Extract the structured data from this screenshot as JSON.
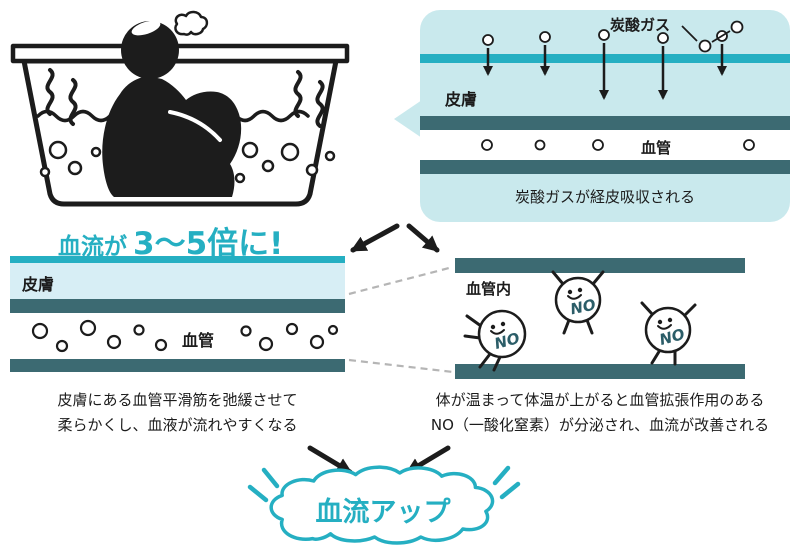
{
  "colors": {
    "teal": "#25afc2",
    "dark_band": "#3c6a72",
    "panel_bg": "#c9e9ed",
    "skin_light": "#d7eef5",
    "ink": "#1c1c1c",
    "no_text": "#2b5d68"
  },
  "bath": {
    "caption_small": "血流が",
    "caption_big": "3〜5倍に!"
  },
  "panel": {
    "gas_label": "炭酸ガス",
    "skin_label": "皮膚",
    "vessel_label": "血管",
    "caption": "炭酸ガスが経皮吸収される"
  },
  "skin_diagram": {
    "skin_label": "皮膚",
    "vessel_label": "血管",
    "caption_line1": "皮膚にある血管平滑筋を弛緩させて",
    "caption_line2": "柔らかくし、血液が流れやすくなる"
  },
  "vessel_diagram": {
    "label": "血管内",
    "no_label": "NO",
    "caption_line1": "体が温まって体温が上がると血管拡張作用のある",
    "caption_line2": "NO（一酸化窒素）が分泌され、血流が改善される"
  },
  "conclusion": {
    "label": "血流アップ"
  }
}
